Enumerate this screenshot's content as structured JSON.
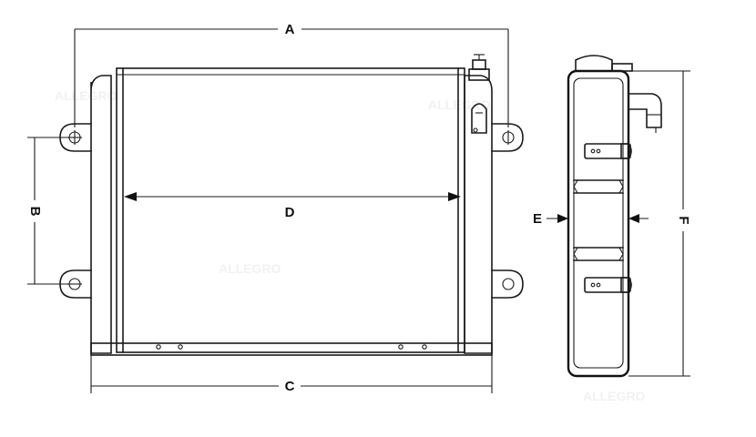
{
  "diagram": {
    "dimension_labels": {
      "a": "A",
      "b": "B",
      "c": "C",
      "d": "D",
      "e": "E",
      "f": "F"
    },
    "watermark_text": "ALLEGRO"
  }
}
